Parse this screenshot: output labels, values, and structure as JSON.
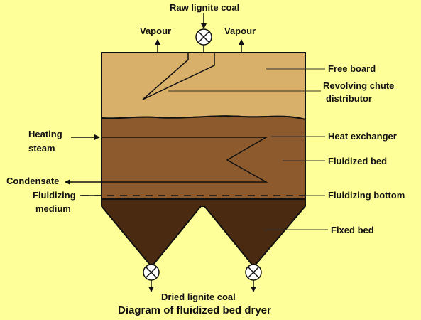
{
  "labels": {
    "raw_coal": "Raw lignite coal",
    "vapour_left": "Vapour",
    "vapour_right": "Vapour",
    "free_board": "Free board",
    "revolving_chute_line1": "Revolving chute",
    "revolving_chute_line2": "distributor",
    "heating_steam_line1": "Heating",
    "heating_steam_line2": "steam",
    "heat_exchanger": "Heat exchanger",
    "fluidized_bed": "Fluidized bed",
    "condensate": "Condensate",
    "fluidizing_medium_line1": "Fluidizing",
    "fluidizing_medium_line2": "medium",
    "fluidizing_bottom": "Fluidizing bottom",
    "fixed_bed": "Fixed bed",
    "dried_coal": "Dried lignite coal"
  },
  "caption": "Diagram of fluidized bed dryer",
  "colors": {
    "background": "#ffff99",
    "free_board": "#d8b06a",
    "fluidized_bed": "#8c5a2c",
    "fixed_bed": "#4a2a10",
    "outline": "#111111"
  }
}
